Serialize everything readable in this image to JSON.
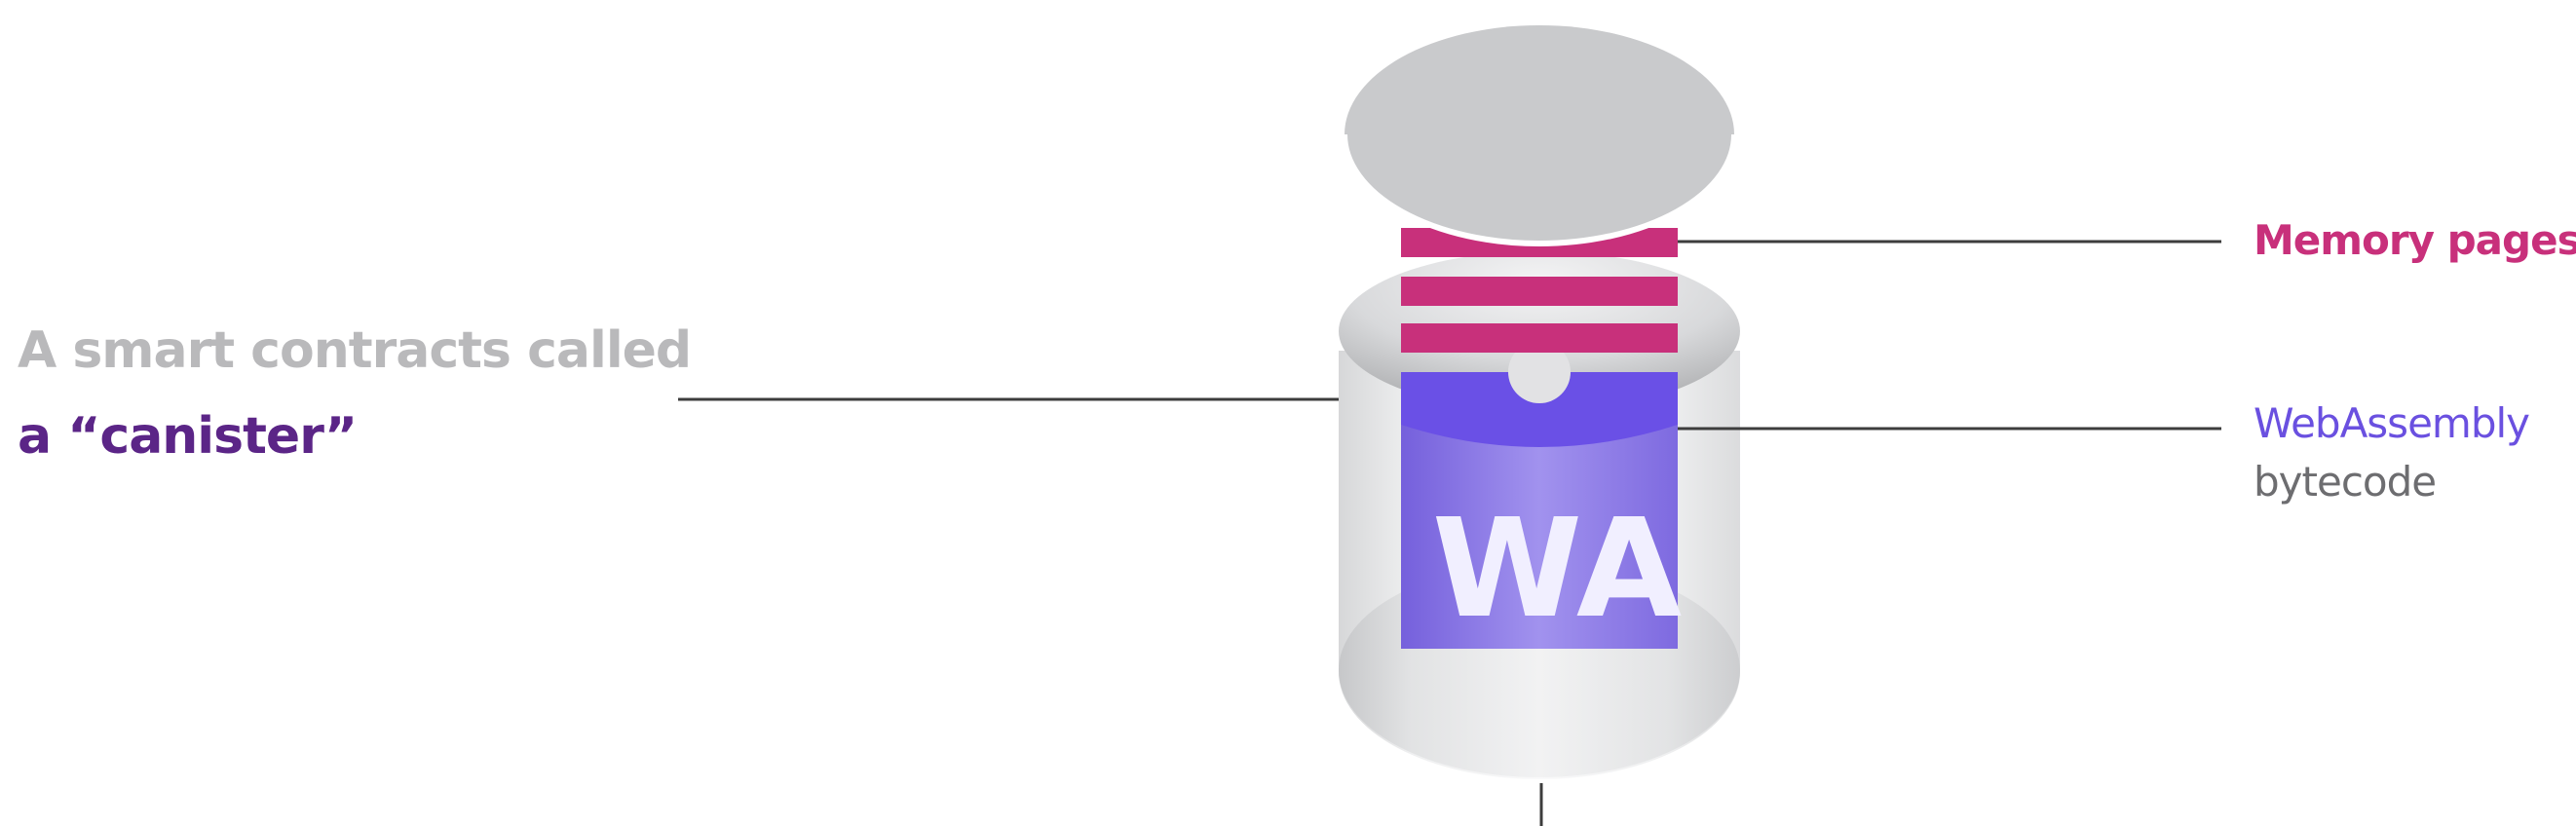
{
  "labels": {
    "canister_line1": "A smart contracts called",
    "canister_line2": "a “canister”",
    "memory_pages": "Memory pages",
    "webassembly": "WebAssembly",
    "bytecode": "bytecode"
  },
  "logo": {
    "text": "WA"
  },
  "colors": {
    "canister_gray": "#b9b9bb",
    "canister_purple": "#5b2587",
    "memory_magenta": "#c8307b",
    "webassembly_violet": "#6a50e0",
    "bytecode_gray": "#6d6d70"
  }
}
